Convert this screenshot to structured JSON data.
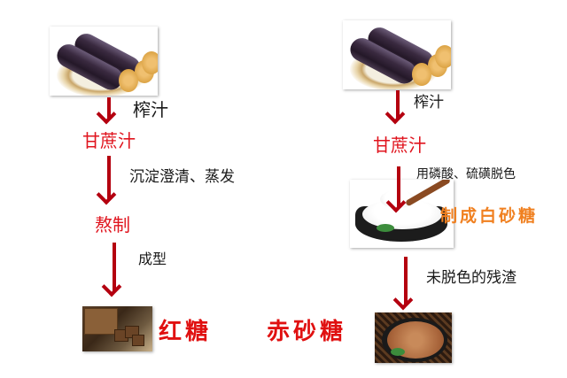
{
  "colors": {
    "arrow": "#b4000f",
    "intermediate_text": "#e0141e",
    "product_text": "#e01010",
    "white_sugar_text": "#f08020",
    "step_text": "#1a1a1a"
  },
  "left_flow": {
    "source_image": "sugarcane-image",
    "step1": "榨汁",
    "intermediate1": "甘蔗汁",
    "step2": "沉淀澄清、蒸发",
    "intermediate2": "熬制",
    "step3": "成型",
    "product_image": "brown-sugar-block-image",
    "product": "红糖"
  },
  "right_flow": {
    "source_image": "sugarcane-image",
    "step1": "榨汁",
    "intermediate1": "甘蔗汁",
    "step2": "用磷酸、硫磺脱色",
    "white_sugar_image": "white-sugar-bowl-image",
    "white_sugar_label": "制成白砂糖",
    "step3": "未脱色的残渣",
    "product_image": "red-granulated-sugar-image",
    "product": "赤砂糖"
  }
}
